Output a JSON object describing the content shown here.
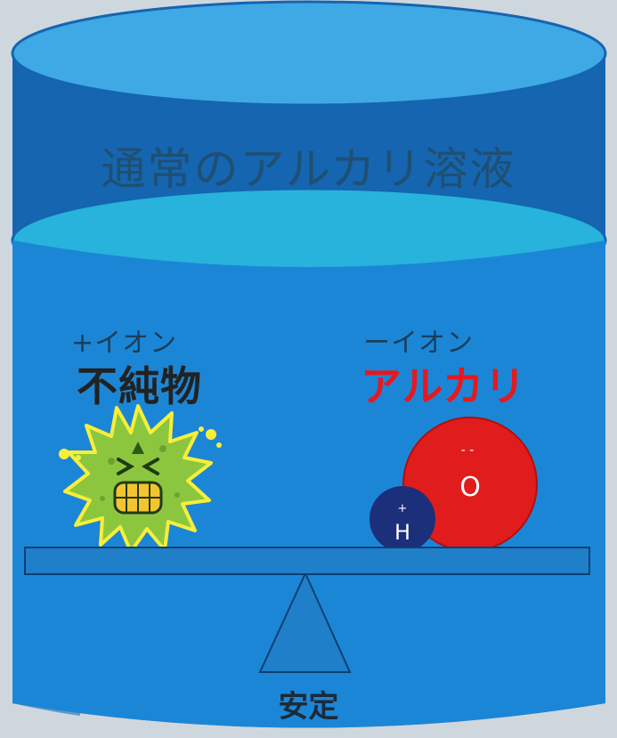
{
  "title": "通常のアルカリ溶液",
  "left": {
    "ion_label": "+イオン",
    "name": "不純物"
  },
  "right": {
    "ion_label": "ーイオン",
    "name": "アルカリ",
    "oxygen": "O",
    "oxygen_charge": "- -",
    "hydrogen": "H",
    "hydrogen_charge": "+"
  },
  "balance_label": "安定",
  "colors": {
    "container_body": "#1a7fd0",
    "container_top": "#3fa9e6",
    "liquid_surface": "#27b3dc",
    "beam": "#1f7fc9",
    "oxygen": "#e01c1c",
    "hydrogen": "#1b2f7a",
    "impurity": "#8cc63f",
    "alkali_text": "#e5191e"
  }
}
